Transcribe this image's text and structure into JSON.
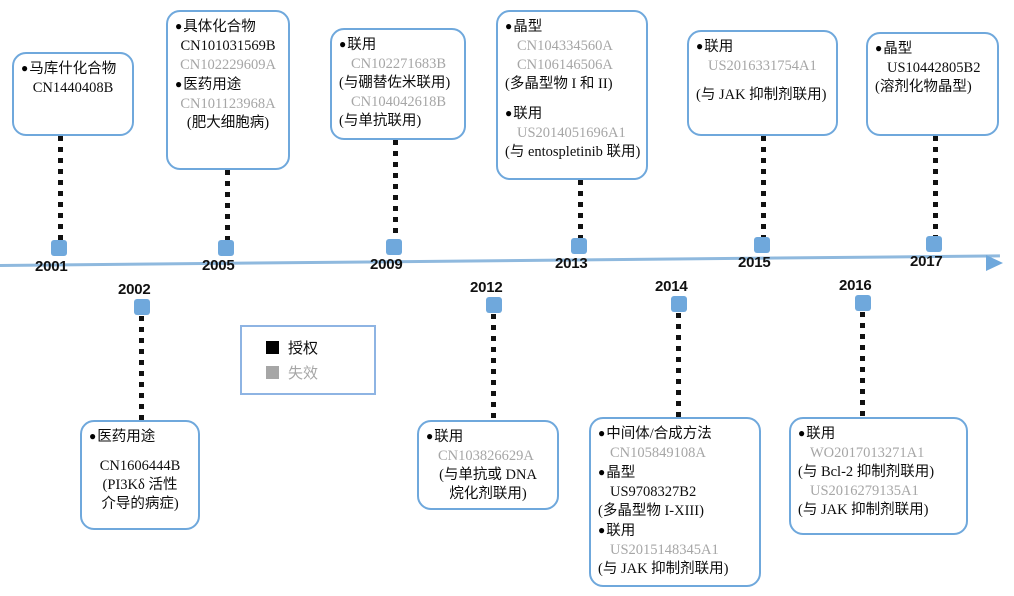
{
  "legend": {
    "granted_label": "授权",
    "expired_label": "失效",
    "granted_color": "#000000",
    "expired_color": "#A6A6A6"
  },
  "axis": {
    "accent_color": "#6FA8DC",
    "years_above": [
      "2001",
      "2005",
      "2009",
      "2013",
      "2015",
      "2017"
    ],
    "years_below": [
      "2002",
      "2012",
      "2014",
      "2016"
    ]
  },
  "events": [
    {
      "year": "2001",
      "side": "above",
      "lines": [
        {
          "text": "马库什化合物",
          "style": "bullet"
        },
        {
          "text": "CN1440408B",
          "style": "center"
        }
      ]
    },
    {
      "year": "2005",
      "side": "above",
      "lines": [
        {
          "text": "具体化合物",
          "style": "bullet"
        },
        {
          "text": "CN101031569B",
          "style": "center"
        },
        {
          "text": "CN102229609A",
          "style": "center grey"
        },
        {
          "text": "医药用途",
          "style": "bullet"
        },
        {
          "text": "CN101123968A",
          "style": "center grey"
        },
        {
          "text": "(肥大细胞病)",
          "style": "center"
        }
      ]
    },
    {
      "year": "2009",
      "side": "above",
      "lines": [
        {
          "text": "联用",
          "style": "bullet"
        },
        {
          "text": "CN102271683B",
          "style": "indent grey"
        },
        {
          "text": "(与硼替佐米联用)",
          "style": "plain"
        },
        {
          "text": "CN104042618B",
          "style": "indent grey"
        },
        {
          "text": "(与单抗联用)",
          "style": "plain"
        }
      ]
    },
    {
      "year": "2013",
      "side": "above",
      "lines": [
        {
          "text": "晶型",
          "style": "bullet"
        },
        {
          "text": "CN104334560A",
          "style": "indent grey"
        },
        {
          "text": "CN106146506A",
          "style": "indent grey"
        },
        {
          "text": "(多晶型物 I 和 II)",
          "style": "plain"
        },
        {
          "text": "",
          "style": "spacer"
        },
        {
          "text": "联用",
          "style": "bullet"
        },
        {
          "text": "US2014051696A1",
          "style": "indent grey"
        },
        {
          "text": "(与 entospletinib 联用)",
          "style": "plain"
        }
      ]
    },
    {
      "year": "2015",
      "side": "above",
      "lines": [
        {
          "text": "联用",
          "style": "bullet"
        },
        {
          "text": "US2016331754A1",
          "style": "indent grey"
        },
        {
          "text": "",
          "style": "spacer"
        },
        {
          "text": "(与 JAK 抑制剂联用)",
          "style": "plain"
        }
      ]
    },
    {
      "year": "2017",
      "side": "above",
      "lines": [
        {
          "text": "晶型",
          "style": "bullet"
        },
        {
          "text": "US10442805B2",
          "style": "indent"
        },
        {
          "text": "(溶剂化物晶型)",
          "style": "plain"
        }
      ]
    },
    {
      "year": "2002",
      "side": "below",
      "lines": [
        {
          "text": "医药用途",
          "style": "bullet"
        },
        {
          "text": "",
          "style": "spacer"
        },
        {
          "text": "CN1606444B",
          "style": "center"
        },
        {
          "text": "(PI3Kδ 活性",
          "style": "center"
        },
        {
          "text": "介导的病症)",
          "style": "center"
        }
      ]
    },
    {
      "year": "2012",
      "side": "below",
      "lines": [
        {
          "text": "联用",
          "style": "bullet"
        },
        {
          "text": "CN103826629A",
          "style": "indent grey"
        },
        {
          "text": "(与单抗或 DNA",
          "style": "center"
        },
        {
          "text": "烷化剂联用)",
          "style": "center"
        }
      ]
    },
    {
      "year": "2014",
      "side": "below",
      "lines": [
        {
          "text": "中间体/合成方法",
          "style": "bullet"
        },
        {
          "text": "CN105849108A",
          "style": "indent grey"
        },
        {
          "text": "晶型",
          "style": "bullet"
        },
        {
          "text": "US9708327B2",
          "style": "indent"
        },
        {
          "text": "(多晶型物 I-XIII)",
          "style": "plain"
        },
        {
          "text": "联用",
          "style": "bullet"
        },
        {
          "text": "US2015148345A1",
          "style": "indent grey"
        },
        {
          "text": "(与 JAK 抑制剂联用)",
          "style": "plain"
        }
      ]
    },
    {
      "year": "2016",
      "side": "below",
      "lines": [
        {
          "text": "联用",
          "style": "bullet"
        },
        {
          "text": "WO2017013271A1",
          "style": "indent grey"
        },
        {
          "text": "(与 Bcl-2 抑制剂联用)",
          "style": "plain"
        },
        {
          "text": "US2016279135A1",
          "style": "indent grey"
        },
        {
          "text": "(与 JAK 抑制剂联用)",
          "style": "plain"
        }
      ]
    }
  ]
}
